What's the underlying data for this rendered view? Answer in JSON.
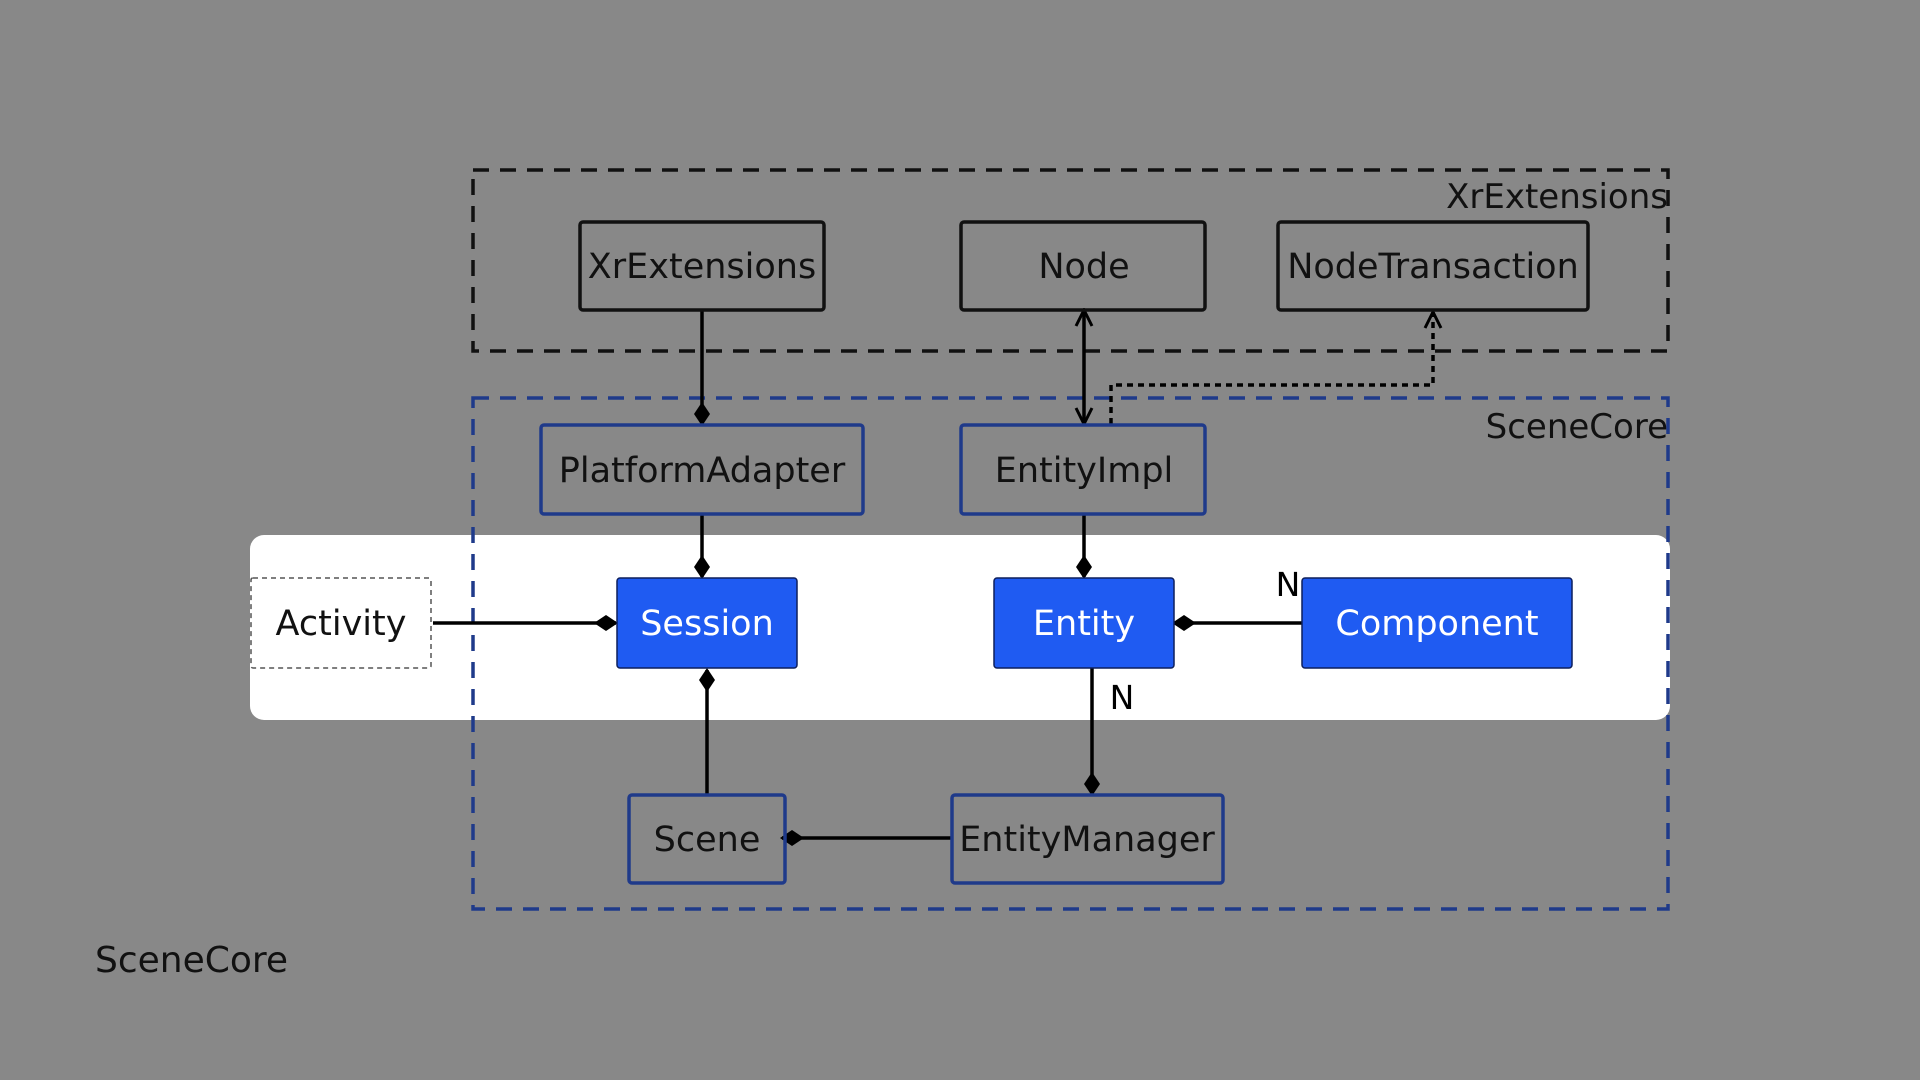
{
  "packages": {
    "xr_extensions": {
      "label": "XrExtensions"
    },
    "scenecore": {
      "label": "SceneCore"
    }
  },
  "classes": {
    "xr_extensions": "XrExtensions",
    "node": "Node",
    "node_transaction": "NodeTransaction",
    "platform_adapter": "PlatformAdapter",
    "entity_impl": "EntityImpl",
    "activity": "Activity",
    "session": "Session",
    "entity": "Entity",
    "component": "Component",
    "scene": "Scene",
    "entity_manager": "EntityManager"
  },
  "multiplicities": {
    "component_to_entity": "N",
    "entity_to_manager": "N"
  },
  "caption": "SceneCore",
  "colors": {
    "background": "#888888",
    "highlight_band": "#ffffff",
    "accent_fill": "#1f5bf2",
    "scenecore_border": "#1f3a8a",
    "xr_border": "#111111"
  }
}
